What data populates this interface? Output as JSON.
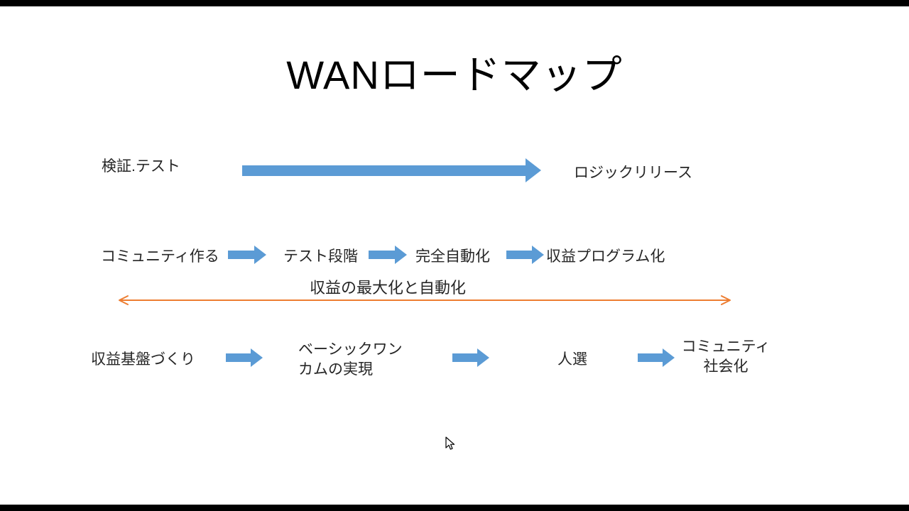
{
  "slide_title": "WANロードマップ",
  "top_flow": {
    "start": "検証.テスト",
    "end": "ロジックリリース"
  },
  "middle_flow": {
    "steps": [
      "コミュニティ作る",
      "テスト段階",
      "完全自動化",
      "収益プログラム化"
    ]
  },
  "span_label": "収益の最大化と自動化",
  "bottom_flow": {
    "steps": [
      "収益基盤づくり",
      "ベーシックワン\nカムの実現",
      "人選",
      "コミュニティ\n社会化"
    ]
  },
  "colors": {
    "arrow_blue": "#5B9BD5",
    "arrow_orange": "#ED7D31",
    "text": "#262626",
    "slide_bg": "#FFFFFF",
    "frame_bg": "#000000"
  }
}
